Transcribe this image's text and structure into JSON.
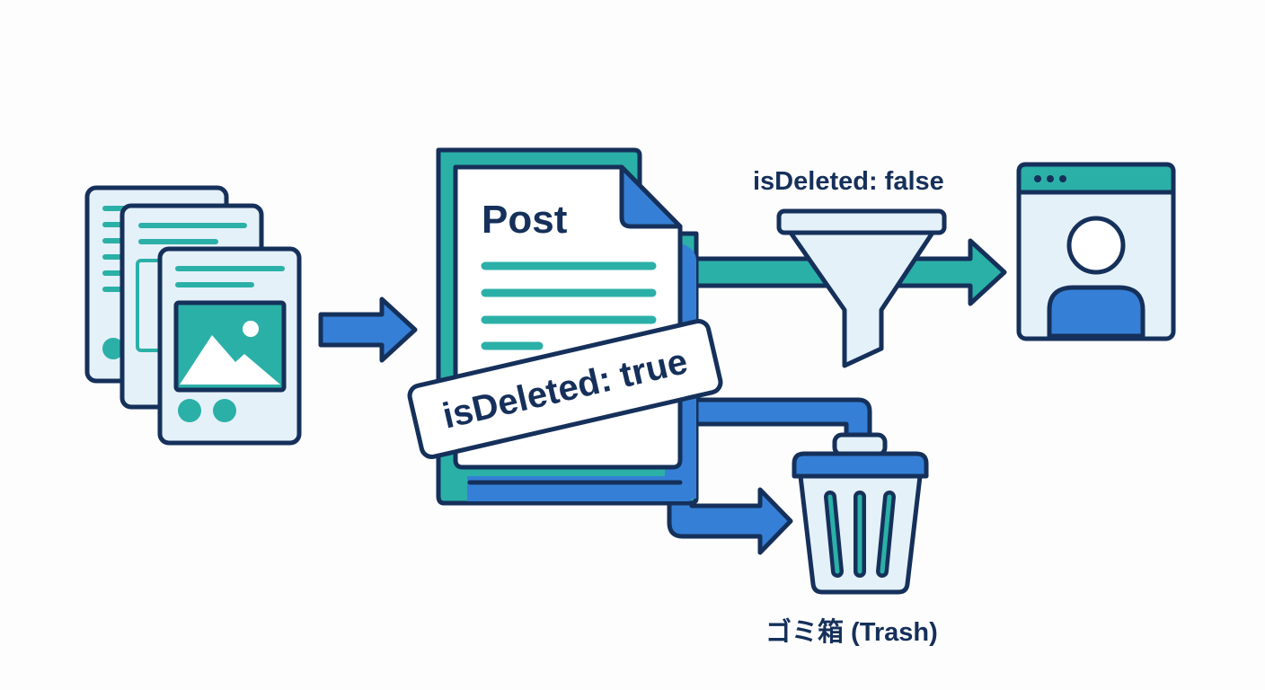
{
  "diagram": {
    "source": {
      "icon": "document-stack-icon",
      "description": "stack of content documents"
    },
    "post": {
      "title": "Post"
    },
    "tag": {
      "text": "isDeleted: true"
    },
    "filter": {
      "label": "isDeleted: false",
      "icon": "funnel-icon"
    },
    "destination": {
      "icon": "browser-user-icon"
    },
    "trash": {
      "label": "ゴミ箱 (Trash)",
      "icon": "trash-icon"
    },
    "colors": {
      "outline": "#15305a",
      "teal": "#2bb0a8",
      "blue": "#3580d6",
      "light_fill": "#e4f1f9",
      "background": "#fdfdfd"
    }
  }
}
